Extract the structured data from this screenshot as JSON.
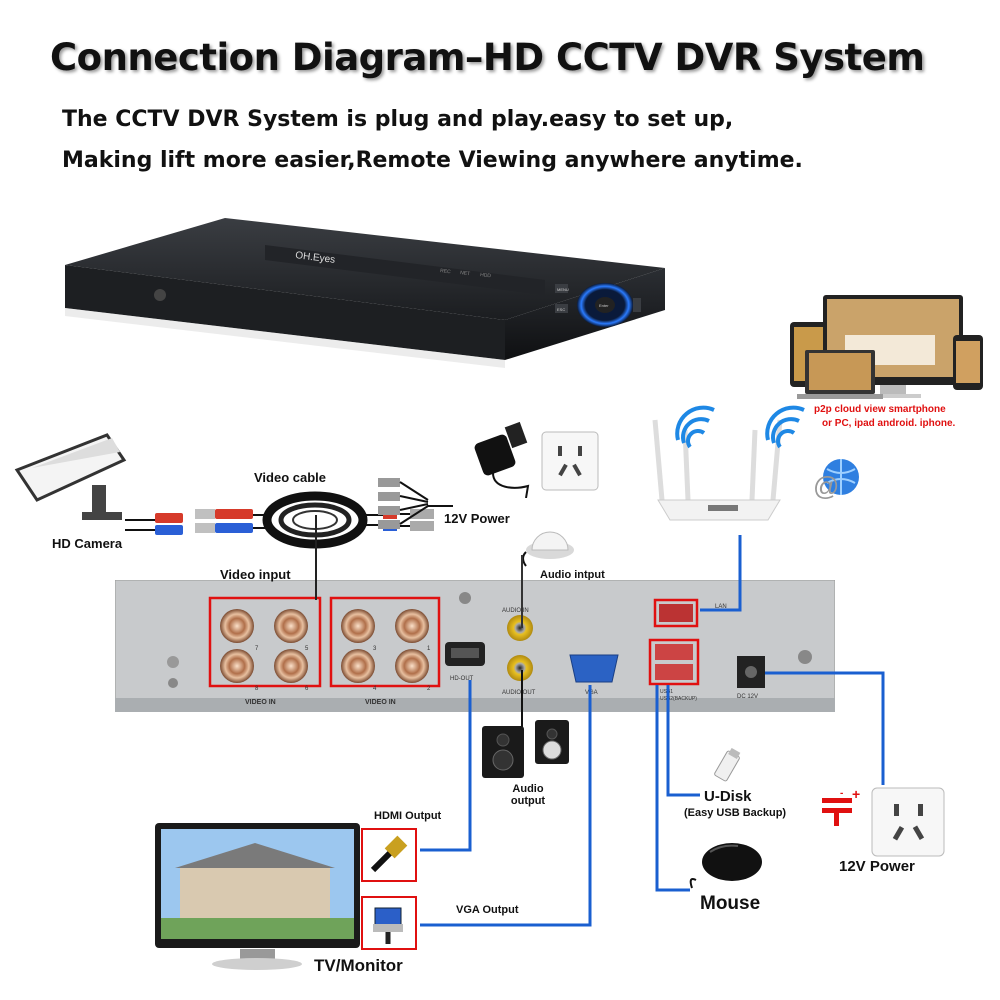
{
  "header": {
    "title": "Connection Diagram–HD CCTV DVR System",
    "subtitle_line1": "The CCTV DVR System is plug and play.easy to set up,",
    "subtitle_line2": "Making lift more easier,Remote Viewing anywhere anytime."
  },
  "dvr_front": {
    "brand": "OH.Eyes",
    "indicators": [
      "REC",
      "NET",
      "HDD"
    ],
    "buttons": [
      "MENU",
      "ESC"
    ],
    "center_button": "Enter"
  },
  "devices": {
    "p2p_line1": "p2p cloud view smartphone",
    "p2p_line2": "or PC, ipad android. iphone."
  },
  "labels": {
    "hd_camera": "HD Camera",
    "video_cable": "Video cable",
    "power_top": "12V Power",
    "video_input": "Video input",
    "audio_input": "Audio intput",
    "audio_output": "Audio output",
    "hdmi_output": "HDMI Output",
    "vga_output": "VGA Output",
    "udisk": "U-Disk",
    "udisk_note": "(Easy USB Backup)",
    "mouse": "Mouse",
    "power_right": "12V Power",
    "tv_monitor": "TV/Monitor"
  },
  "rear_panel": {
    "video_in": "VIDEO IN",
    "bnc_left_top": [
      "7",
      "5"
    ],
    "bnc_left_bottom": [
      "8",
      "6"
    ],
    "bnc_right_top": [
      "3",
      "1"
    ],
    "bnc_right_bottom": [
      "4",
      "2"
    ],
    "audio_in": "AUDIO IN",
    "audio_out": "AUDIO OUT",
    "hd_out": "HD-OUT",
    "vga": "VGA",
    "lan": "LAN",
    "usb1": "USB1",
    "usb2": "USB2(BACKUP)",
    "dc": "DC 12V"
  },
  "colors": {
    "cable_blue": "#1a5fd0",
    "highlight_red": "#e01010",
    "wifi_blue": "#1e88e5",
    "panel_grey": "#c8cacc"
  }
}
